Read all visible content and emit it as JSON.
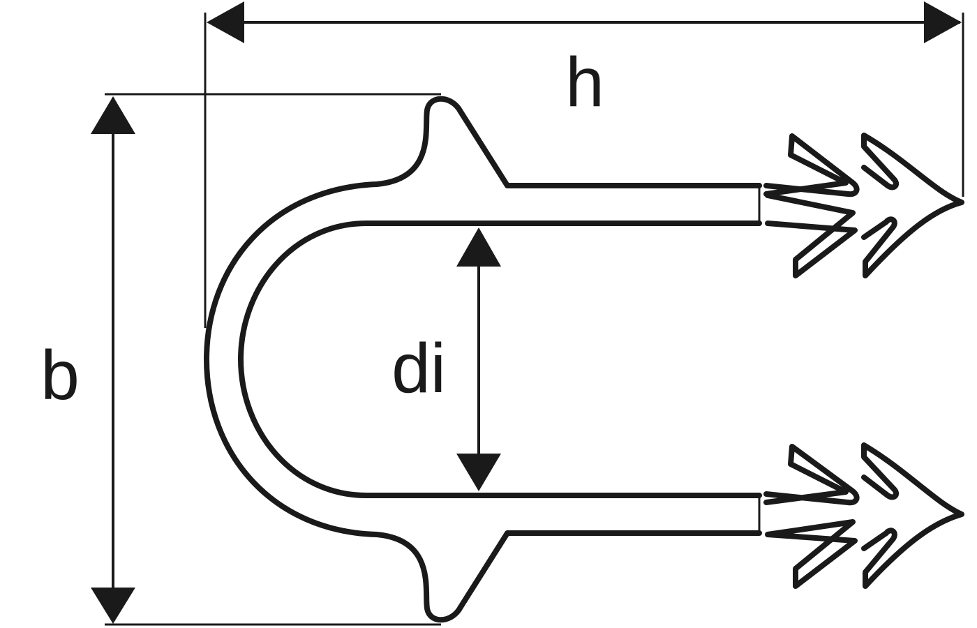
{
  "labels": {
    "h": "h",
    "b": "b",
    "di": "di"
  },
  "colors": {
    "ink": "#1a1a1a",
    "background": "#ffffff"
  }
}
